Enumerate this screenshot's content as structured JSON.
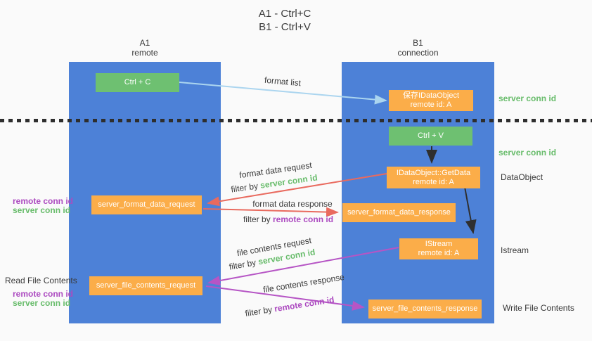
{
  "title": {
    "line1": "A1 - Ctrl+C",
    "line2": "B1 - Ctrl+V"
  },
  "lifelines": {
    "left": {
      "name": "A1",
      "role": "remote"
    },
    "right": {
      "name": "B1",
      "role": "connection"
    }
  },
  "nodes": {
    "ctrl_c": {
      "label": "Ctrl + C"
    },
    "save_idataobject": {
      "line1": "保存IDataObject",
      "line2": "remote id: A"
    },
    "ctrl_v": {
      "label": "Ctrl + V"
    },
    "getdata": {
      "line1": "IDataObject::GetData",
      "line2": "remote id: A"
    },
    "format_request": {
      "label": "server_format_data_request"
    },
    "format_response": {
      "label": "server_format_data_response"
    },
    "istream": {
      "line1": "IStream",
      "line2": "remote id: A"
    },
    "file_request": {
      "label": "server_file_contents_request"
    },
    "file_response": {
      "label": "server_file_contents_response"
    }
  },
  "side_labels": {
    "server_conn_top_right": "server conn id",
    "server_conn_mid_right": "server conn id",
    "dataobject": "DataObject",
    "istream": "Istream",
    "write_file_contents": "Write File Contents",
    "read_file_contents": "Read File Contents",
    "remote_conn_left_1": "remote conn id",
    "server_conn_left_1": "server conn id",
    "remote_conn_left_2": "remote conn id",
    "server_conn_left_2": "server conn id"
  },
  "arrow_labels": {
    "format_list": "format list",
    "format_data_request": "format data request",
    "format_data_response": "format data response",
    "file_contents_request": "file contents request",
    "file_contents_response": "file contents response",
    "filter_prefix": "filter by",
    "filter_values": {
      "f1": "server conn id",
      "f2": "remote conn id",
      "f3": "server conn id",
      "f4": "remote conn id"
    }
  },
  "colors": {
    "lifeline_blue": "#4d81d7",
    "action_green": "#6ec071",
    "message_orange": "#fbad49",
    "request_red": "#e96a5e",
    "contents_purple": "#b655c5",
    "format_list_blue": "#abd5ef",
    "black_arrow": "#2f2f2f",
    "server_conn_green": "#68bc6b",
    "remote_conn_purple": "#ac4ac0"
  }
}
